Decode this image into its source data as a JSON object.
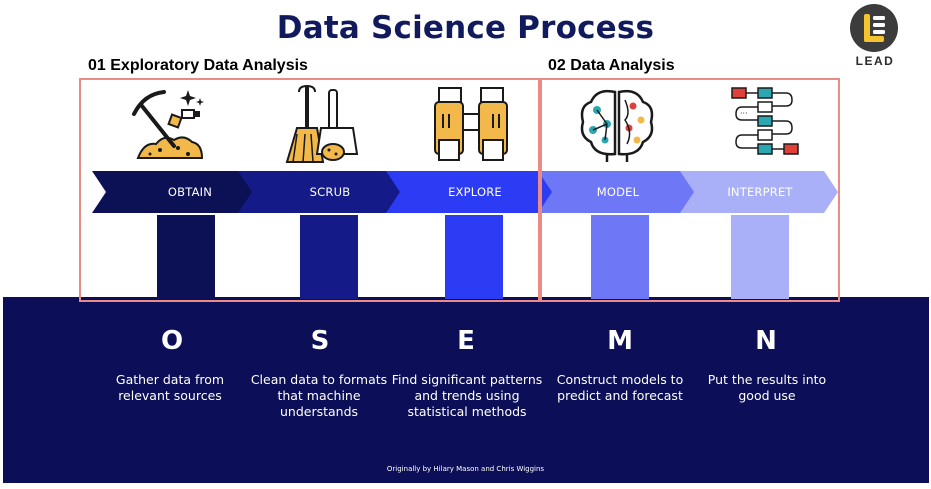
{
  "title": "Data Science Process",
  "logo": {
    "text": "LEAD"
  },
  "sections": [
    {
      "label": "01 Exploratory Data Analysis"
    },
    {
      "label": "02 Data Analysis"
    }
  ],
  "steps": [
    {
      "label": "OBTAIN",
      "letter": "O",
      "description": "Gather data from relevant sources",
      "color": "#0c1055",
      "icon": "pickaxe-icon"
    },
    {
      "label": "SCRUB",
      "letter": "S",
      "description": "Clean data to formats that machine understands",
      "color": "#141a87",
      "icon": "broom-icon"
    },
    {
      "label": "EXPLORE",
      "letter": "E",
      "description": "Find significant patterns and trends using statistical methods",
      "color": "#2c3cf5",
      "icon": "binoculars-icon"
    },
    {
      "label": "MODEL",
      "letter": "M",
      "description": "Construct models to predict and forecast",
      "color": "#6e78f6",
      "icon": "brain-icon"
    },
    {
      "label": "INTERPRET",
      "letter": "N",
      "description": "Put the results into good use",
      "color": "#a9b0f8",
      "icon": "flowchart-icon"
    }
  ],
  "credit": "Originally by Hilary Mason and Chris Wiggins",
  "colors": {
    "title": "#101a5c",
    "bottom_band": "#0c0f57",
    "section_border": "#ec8a86"
  }
}
